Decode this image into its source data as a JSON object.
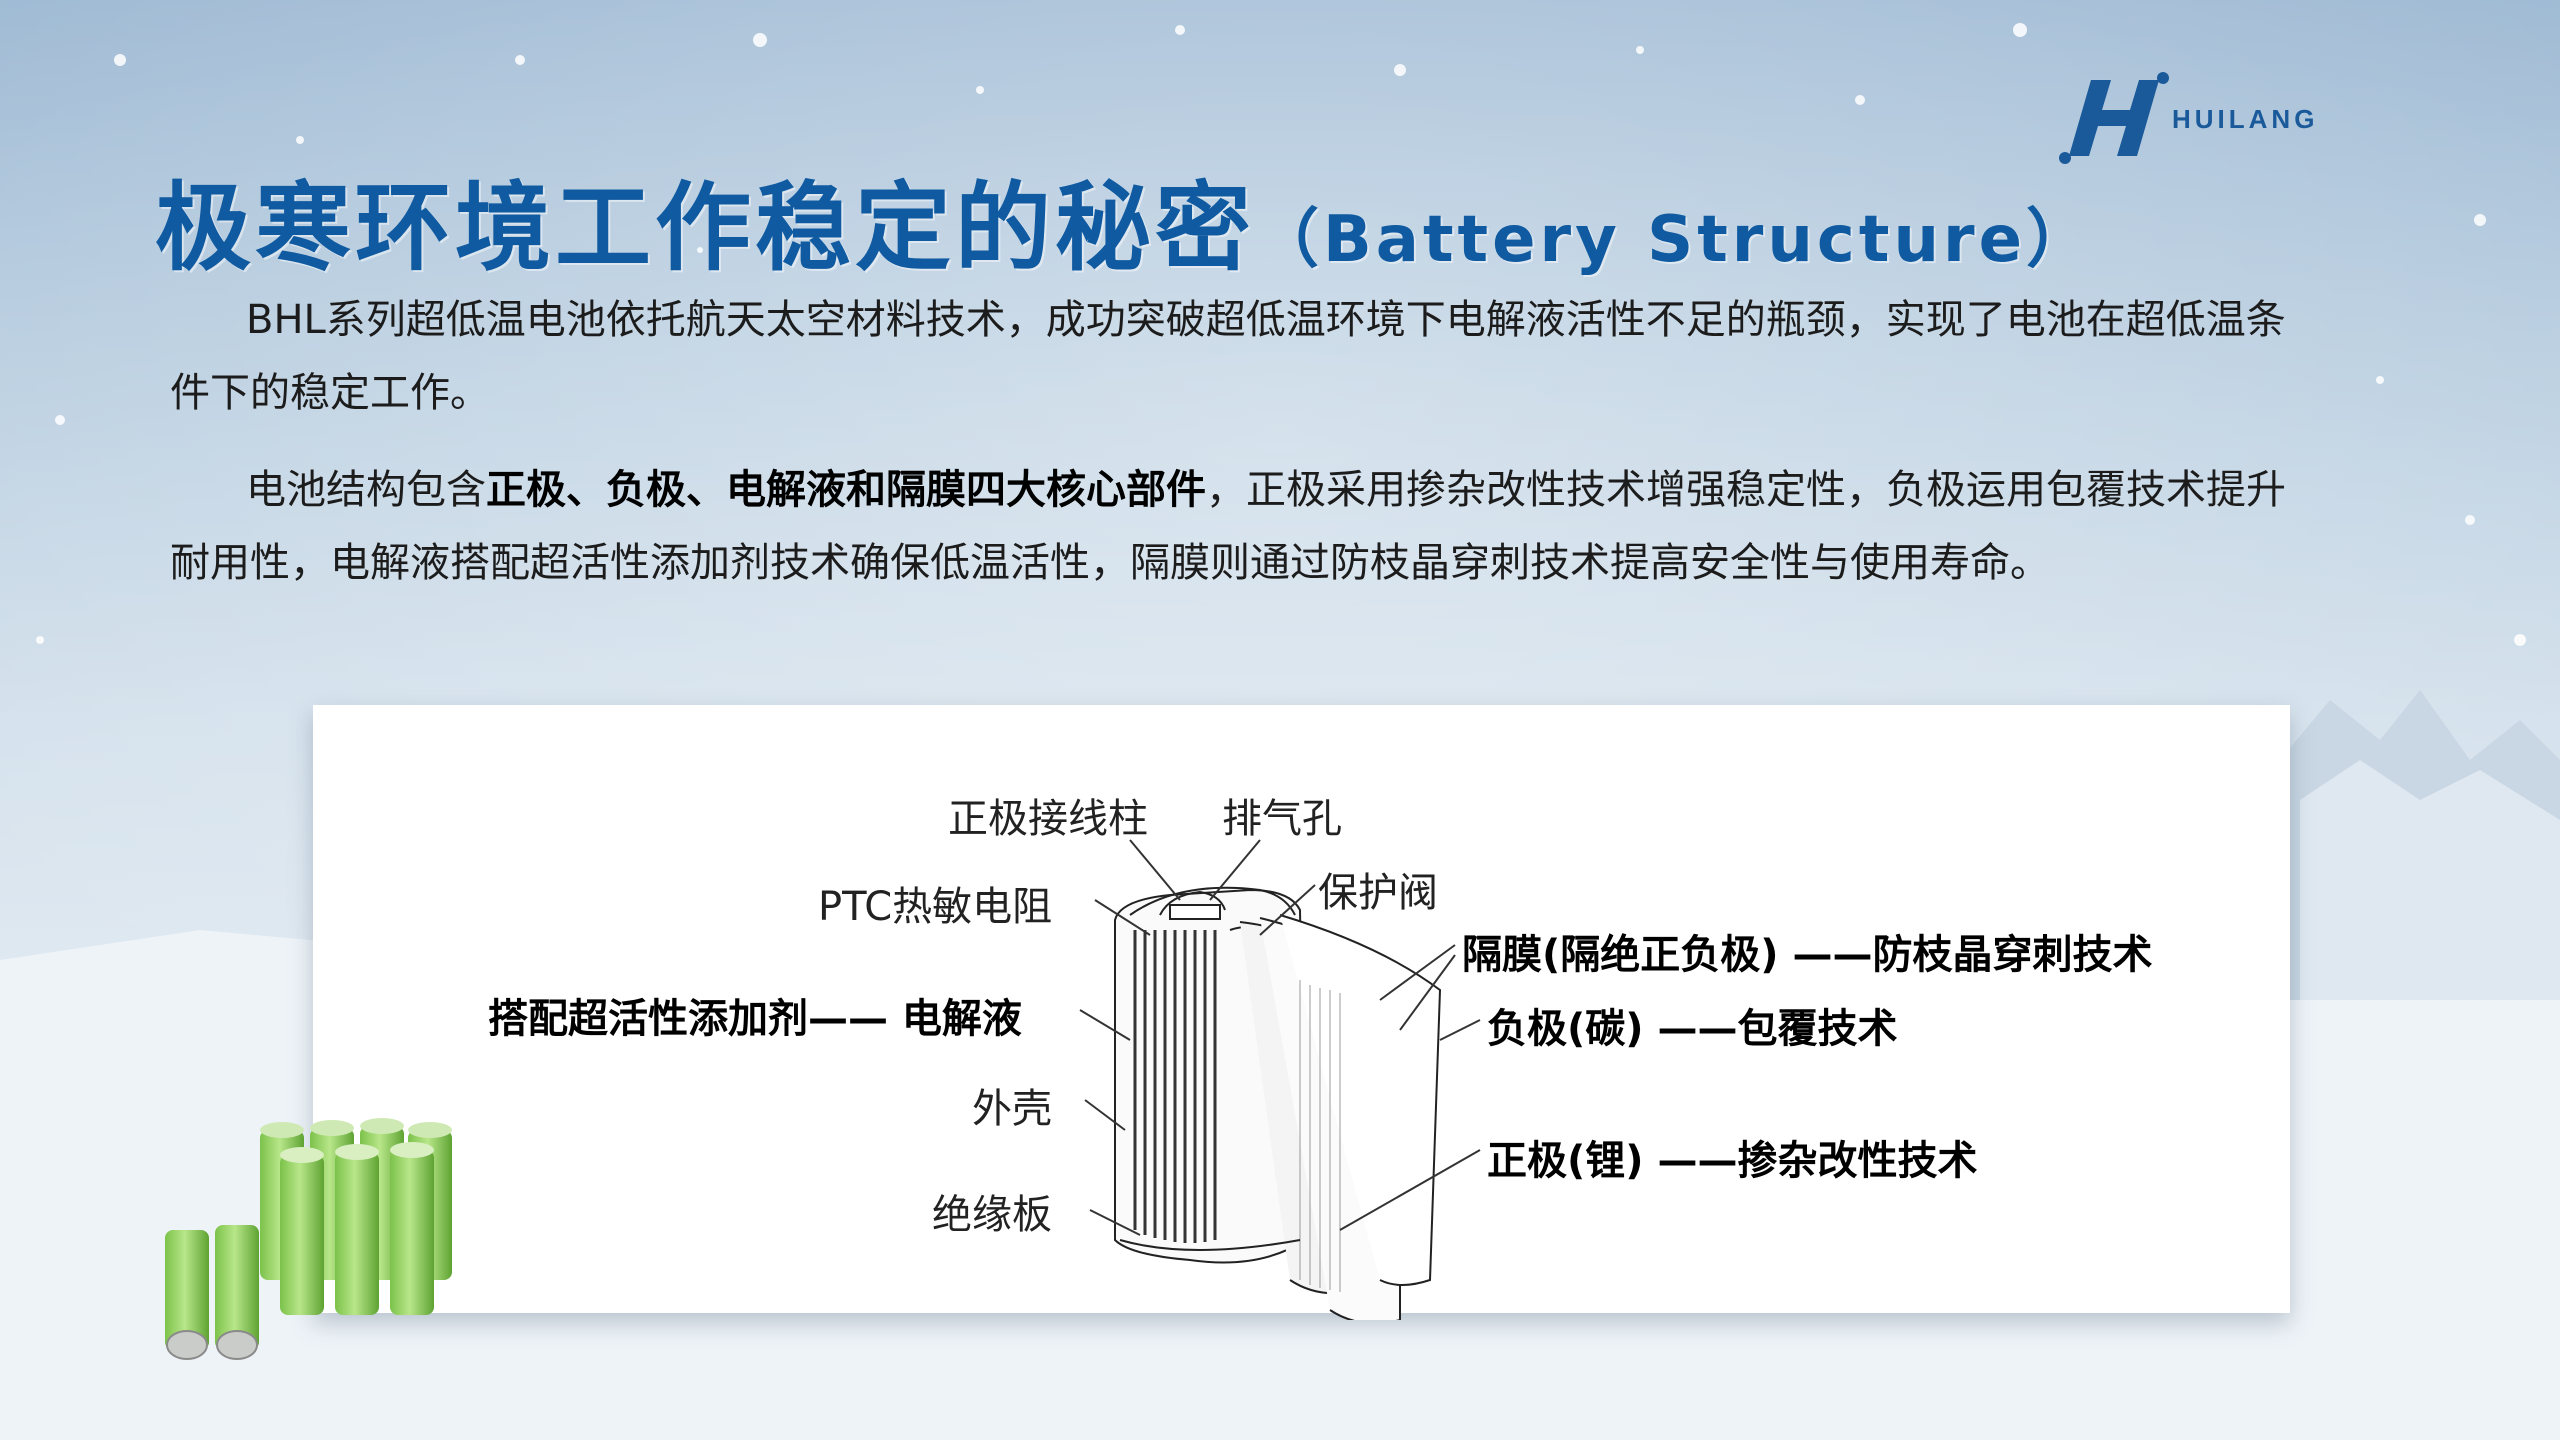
{
  "brand": {
    "name": "HUILANG",
    "color": "#1a5a9a"
  },
  "title": {
    "zh": "极寒环境工作稳定的秘密",
    "en": "（Battery Structure）",
    "color": "#0f5aa0"
  },
  "paragraph1": "BHL系列超低温电池依托航天太空材料技术，成功突破超低温环境下电解液活性不足的瓶颈，实现了电池在超低温条件下的稳定工作。",
  "paragraph2": {
    "lead": "电池结构包含",
    "bold": "正极、负极、电解液和隔膜四大核心部件",
    "rest": "，正极采用掺杂改性技术增强稳定性，负极运用包覆技术提升耐用性，电解液搭配超活性添加剂技术确保低温活性，隔膜则通过防枝晶穿刺技术提高安全性与使用寿命。"
  },
  "diagram": {
    "labels": {
      "positive_terminal": "正极接线柱",
      "vent_hole": "排气孔",
      "ptc": "PTC热敏电阻",
      "safety_valve": "保护阀",
      "separator": "隔膜(隔绝正负极)  ——防枝晶穿刺技术",
      "electrolyte": "搭配超活性添加剂—— 电解液",
      "negative": "负极(碳)  ——包覆技术",
      "shell": "外壳",
      "positive": "正极(锂)  ——掺杂改性技术",
      "insulator": "绝缘板"
    }
  }
}
